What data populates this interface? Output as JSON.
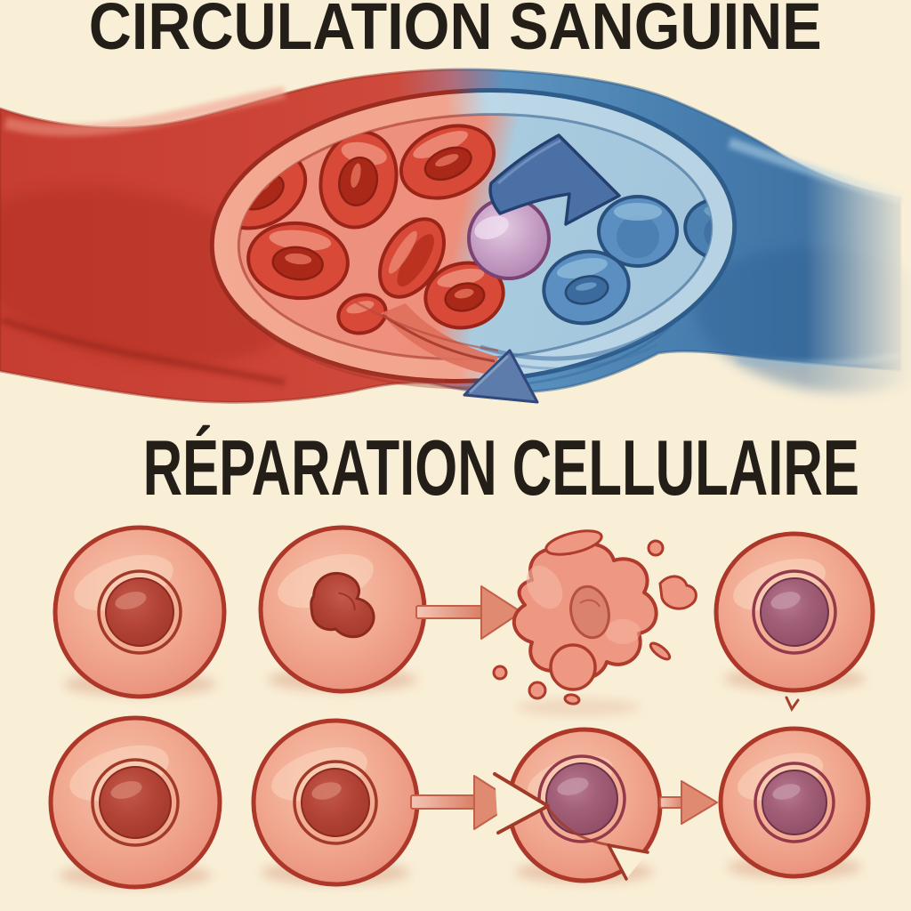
{
  "titles": {
    "circulation": "CIRCULATION SANGUINE",
    "reparation": "RÉPARATION CELLULAIRE"
  },
  "colors": {
    "bg": "#f9efd7",
    "ink": "#241e19",
    "artery": "#cc4437",
    "artery_dark": "#9c2c1f",
    "artery_light": "#f2a48e",
    "arterial_lumen": "#ee8f7c",
    "red_cell": "#d84a37",
    "red_cell_outline": "#9a2418",
    "vein": "#4a82b2",
    "vein_dark": "#2e5c8b",
    "vein_light": "#b6d2e3",
    "venous_lumen": "#a9cbdf",
    "blue_cell": "#5b8fc1",
    "blue_cell_outline": "#28517e",
    "leukocyte": "#c9a3c8",
    "leukocyte_outline": "#7a4374",
    "flow_arrow": "#4a70a5",
    "flow_arrow_outline": "#24406e",
    "cell_body": "#f1a78f",
    "cell_outline": "#ad3829",
    "nucleus_red": "#b34437",
    "nucleus_plum": "#a25f78",
    "step_arrow": "#e08a72",
    "step_arrow_outline": "#c2604a"
  },
  "icons": {
    "flow_arrow_right": "chevron-right-swoosh",
    "flow_arrow_down": "triangle-down-left",
    "step_arrow": "arrow-right"
  }
}
